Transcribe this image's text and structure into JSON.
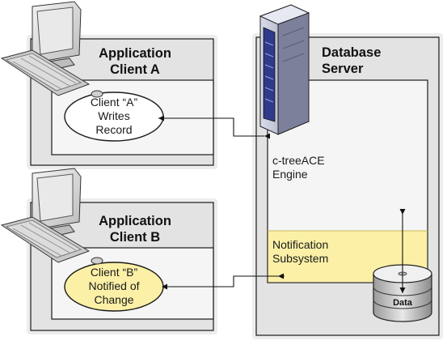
{
  "client_a": {
    "title_line1": "Application",
    "title_line2": "Client A",
    "bubble": [
      "Client “A”",
      "Writes",
      "Record"
    ]
  },
  "client_b": {
    "title_line1": "Application",
    "title_line2": "Client B",
    "bubble": [
      "Client “B”",
      "Notified of",
      "Change"
    ]
  },
  "server": {
    "title_line1": "Database",
    "title_line2": "Server",
    "engine_line1": "c-treeACE",
    "engine_line2": "Engine",
    "notification_line1": "Notification",
    "notification_line2": "Subsystem",
    "data_label": "Data"
  },
  "colors": {
    "panel_bg": "#e3e3e3",
    "panel_border": "#1a1a1a",
    "inner_bg": "#f5f5f5",
    "notification_bg": "#fbf0a6",
    "bubble_b_fill": "#fbf0a6",
    "bubble_a_fill": "#ffffff"
  }
}
